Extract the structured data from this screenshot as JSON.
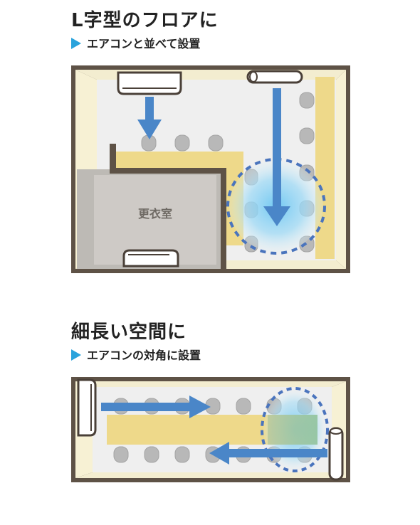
{
  "section1": {
    "title": "L字型のフロアに",
    "subtitle": "エアコンと並べて設置",
    "room_label": "更衣室"
  },
  "section2": {
    "title": "細長い空間に",
    "subtitle": "エアコンの対角に設置"
  },
  "colors": {
    "arrow": "#4a86c8",
    "table": "#eed98a",
    "wall": "#5e5246",
    "floor": "#efefef",
    "wallface": "#f7f1d4",
    "airflow": "#7fd0f2",
    "dash": "#4a74bd",
    "bullet": "#2aa3dc"
  }
}
